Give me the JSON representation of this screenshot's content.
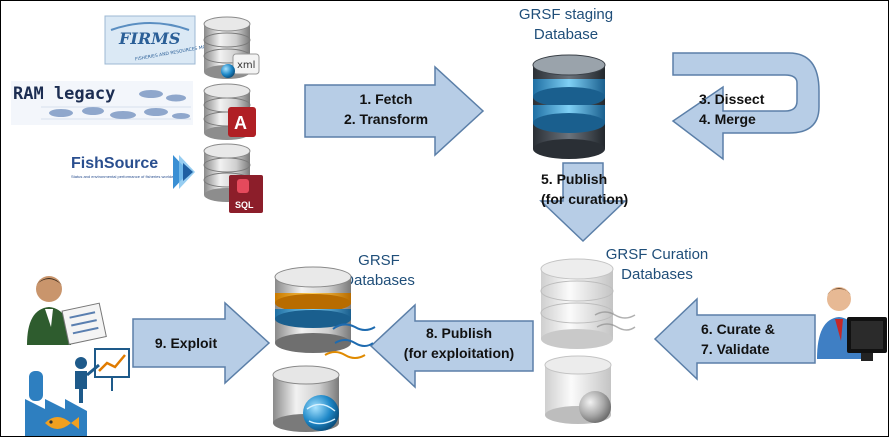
{
  "sources": {
    "firms": {
      "logo_text": "FIRMS",
      "logo_subtext": "FISHERIES AND RESOURCES MONITORING SYSTEM",
      "badge": "xml"
    },
    "ram": {
      "logo_text": "RAM legacy",
      "badge": "A"
    },
    "fishsource": {
      "logo_text": "FishSource",
      "logo_subtext": "Status and environmental performance of fisheries worldwide",
      "badge": "SQL"
    }
  },
  "staging": {
    "title_line1": "GRSF staging",
    "title_line2": "Database"
  },
  "curation": {
    "title_line1": "GRSF Curation",
    "title_line2": "Databases"
  },
  "grsf": {
    "title_line1": "GRSF",
    "title_line2": "Databases"
  },
  "steps": {
    "fetch_transform": [
      "1. Fetch",
      "2. Transform"
    ],
    "dissect_merge": [
      "3. Dissect",
      "4. Merge"
    ],
    "publish_curation": [
      "5. Publish",
      "(for curation)"
    ],
    "curate_validate": [
      "6. Curate &",
      "7. Validate"
    ],
    "publish_exploitation": [
      "8. Publish",
      "(for exploitation)"
    ],
    "exploit": [
      "9. Exploit"
    ]
  },
  "colors": {
    "arrow_fill": "#b7cde6",
    "arrow_stroke": "#5b7fa8",
    "label_blue": "#1f4e79"
  }
}
